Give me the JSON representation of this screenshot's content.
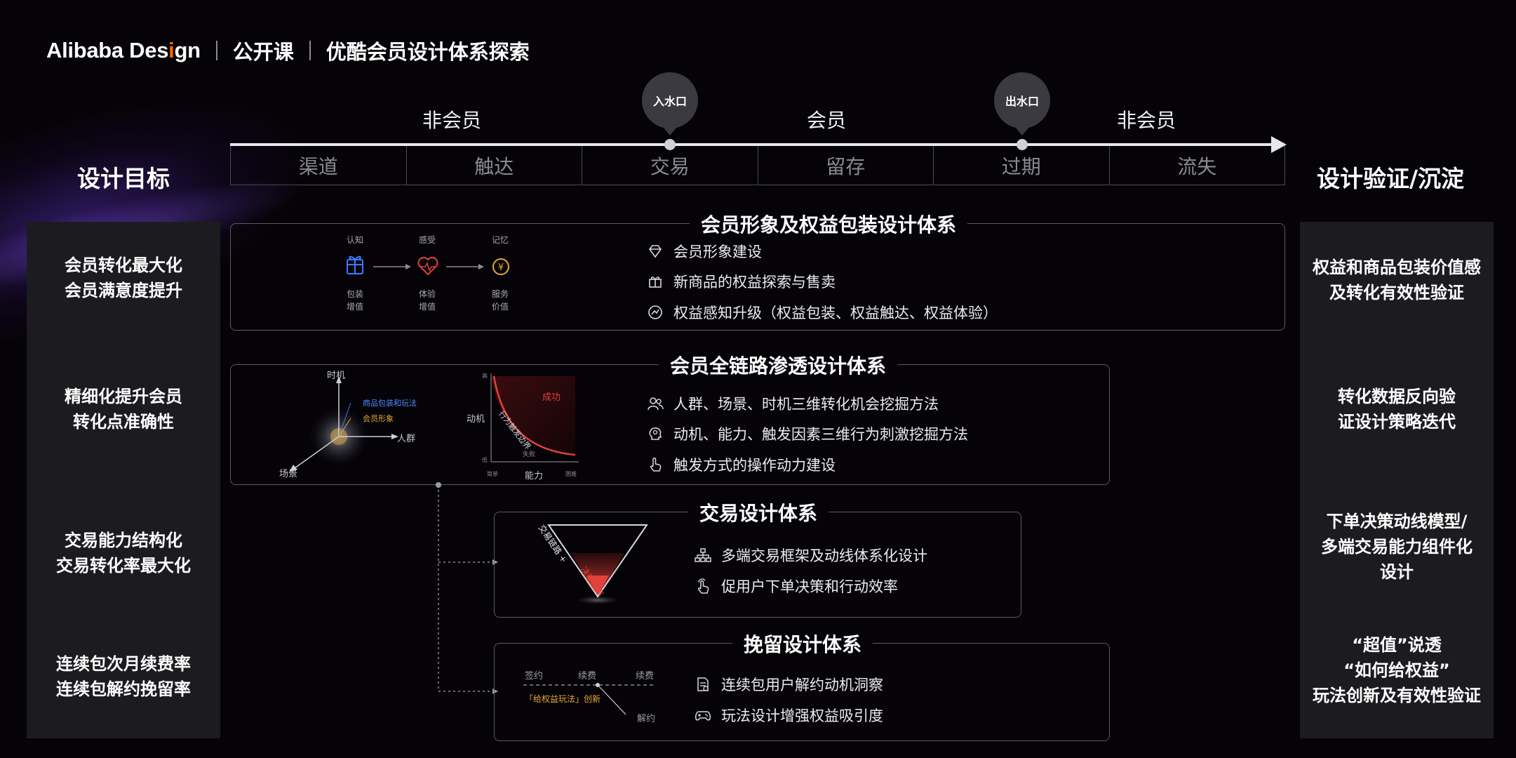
{
  "header": {
    "logo": "Alibaba Design",
    "logo_prefix": "Alibaba Des",
    "logo_accent": "i",
    "logo_suffix": "gn",
    "course": "公开课",
    "topic": "优酷会员设计体系探索"
  },
  "phases": {
    "left": "非会员",
    "middle": "会员",
    "right": "非会员"
  },
  "bubbles": {
    "enter": "入水口",
    "exit": "出水口"
  },
  "stages": [
    "渠道",
    "触达",
    "交易",
    "留存",
    "过期",
    "流失"
  ],
  "left_title": "设计目标",
  "right_title": "设计验证/沉淀",
  "goals": [
    {
      "line1": "会员转化最大化",
      "line2": "会员满意度提升"
    },
    {
      "line1": "精细化提升会员",
      "line2": "转化点准确性"
    },
    {
      "line1": "交易能力结构化",
      "line2": "交易转化率最大化"
    },
    {
      "line1": "连续包次月续费率",
      "line2": "连续包解约挽留率"
    }
  ],
  "validations": [
    {
      "line1": "权益和商品包装价值感",
      "line2": "及转化有效性验证",
      "line3": ""
    },
    {
      "line1": "转化数据反向验",
      "line2": "证设计策略迭代",
      "line3": ""
    },
    {
      "line1": "下单决策动线模型/",
      "line2": "多端交易能力组件化",
      "line3": "设计"
    },
    {
      "line1": "“超值”说透",
      "line2": "“如何给权益”",
      "line3": "玩法创新及有效性验证"
    }
  ],
  "systems": {
    "image": {
      "title": "会员形象及权益包装设计体系",
      "items": [
        "会员形象建设",
        "新商品的权益探索与售卖",
        "权益感知升级（权益包装、权益触达、权益体验）"
      ],
      "flow": [
        {
          "top": "认知",
          "b1": "包装",
          "b2": "增值"
        },
        {
          "top": "感受",
          "b1": "体验",
          "b2": "增值"
        },
        {
          "top": "记忆",
          "b1": "服务",
          "b2": "价值"
        }
      ]
    },
    "chain": {
      "title": "会员全链路渗透设计体系",
      "items": [
        "人群、场景、时机三维转化机会挖掘方法",
        "动机、能力、触发因素三维行为刺激挖掘方法",
        "触发方式的操作动力建设"
      ],
      "axes": {
        "time": "时机",
        "people": "人群",
        "scene": "场景",
        "label_blue": "商品包装和玩法",
        "label_orange": "会员形象"
      },
      "curve": {
        "ylabel": "动机",
        "xlabel": "能力",
        "success": "成功",
        "fail": "失败",
        "line": "行为触发边界",
        "y_high": "高",
        "y_low": "低",
        "x_low": "简单",
        "x_high": "困难"
      }
    },
    "trade": {
      "title": "交易设计体系",
      "items": [
        "多端交易框架及动线体系化设计",
        "促用户下单决策和行动效率"
      ],
      "funnel_left": "交易链路 +",
      "funnel_right": "决策效率"
    },
    "retain": {
      "title": "挽留设计体系",
      "items": [
        "连续包用户解约动机洞察",
        "玩法设计增强权益吸引度"
      ],
      "timeline": {
        "a": "签约",
        "b": "续费",
        "c": "续费",
        "d": "解约",
        "tag": "「给权益玩法」创新"
      }
    }
  },
  "colors": {
    "accent_orange": "#ff6a00",
    "blue": "#3a7bff",
    "gold": "#e8a838",
    "red": "#e0423a"
  }
}
